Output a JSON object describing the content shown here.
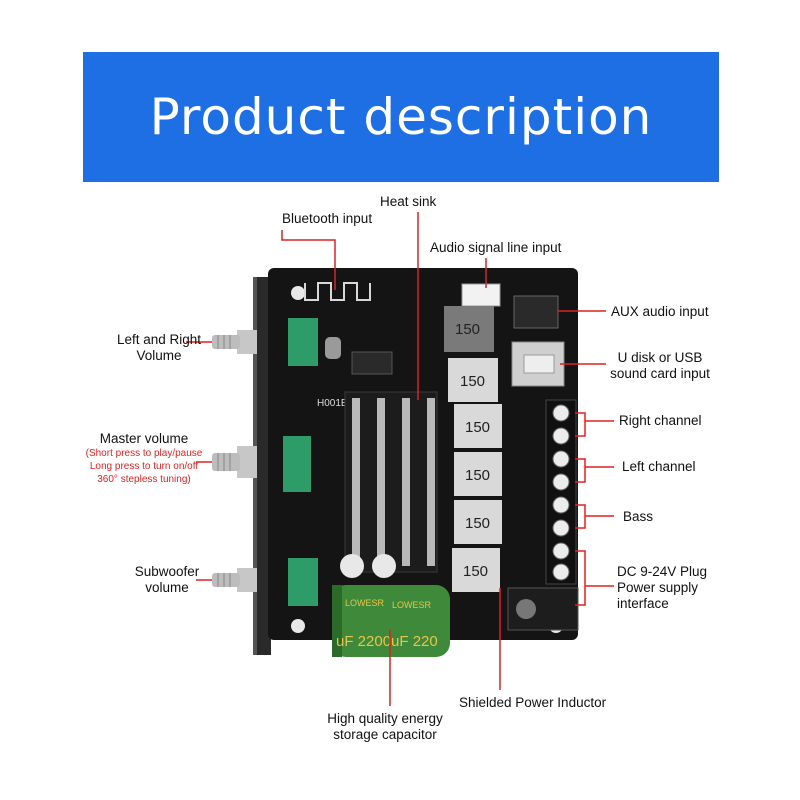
{
  "header": {
    "title": "Product description"
  },
  "board": {
    "pcb_code": "H001E",
    "inductor_code": "150",
    "capacitor_brand": "LOWESR",
    "capacitor_value": "uF 2200uF 220"
  },
  "labels": {
    "heat_sink": "Heat sink",
    "bluetooth_input": "Bluetooth input",
    "audio_signal_line_input": "Audio signal line input",
    "aux_audio_input": "AUX audio input",
    "usb_line1": "U disk or USB",
    "usb_line2": "sound card input",
    "right_channel": "Right channel",
    "left_channel": "Left channel",
    "bass": "Bass",
    "dc_line1": "DC 9-24V Plug",
    "dc_line2": "Power supply",
    "dc_line3": "interface",
    "left_right_volume_line1": "Left and Right",
    "left_right_volume_line2": "Volume",
    "master_volume": "Master volume",
    "master_note_line1": "(Short press to play/pause",
    "master_note_line2": "Long press to turn on/off",
    "master_note_line3": "360° stepless tuning)",
    "subwoofer_line1": "Subwoofer",
    "subwoofer_line2": "volume",
    "shielded_power_inductor": "Shielded Power Inductor",
    "capacitor_line1": "High quality energy",
    "capacitor_line2": "storage capacitor"
  },
  "colors": {
    "banner": "#1f6fe4",
    "callout_line": "#e02020",
    "board": "#141414",
    "knob_green": "#2e9c68",
    "capacitor": "#3f8a3a"
  }
}
